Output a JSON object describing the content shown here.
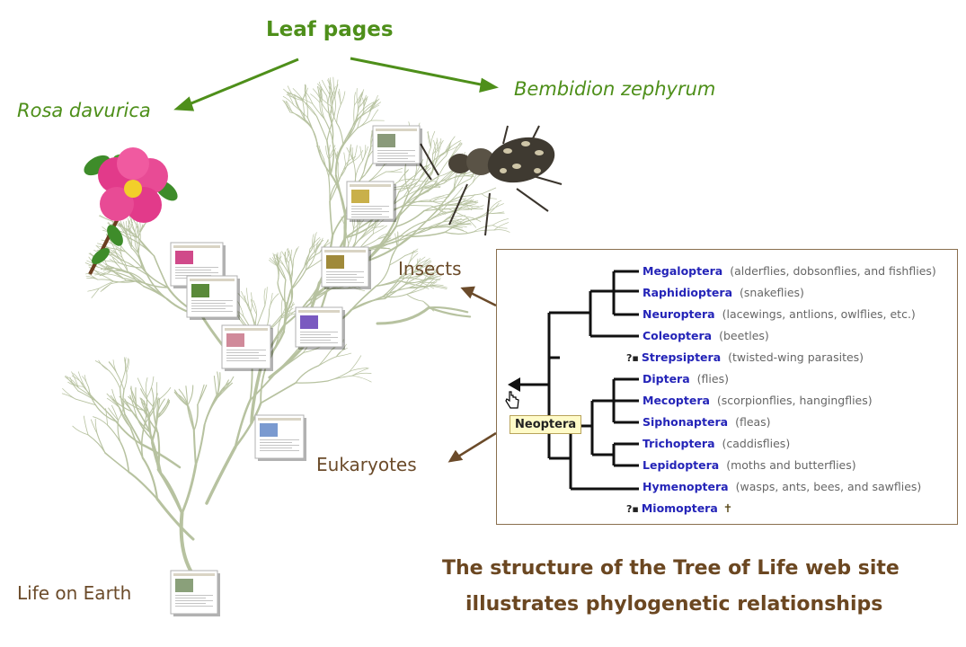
{
  "labels": {
    "leaf_pages": "Leaf pages",
    "rosa": "Rosa davurica",
    "bembidion": "Bembidion zephyrum",
    "insects": "Insects",
    "eukaryotes": "Eukaryotes",
    "life": "Life on Earth",
    "caption_line1": "The structure of the Tree of Life web site",
    "caption_line2": "illustrates phylogenetic relationships"
  },
  "panel": {
    "tooltip": "Neoptera",
    "taxa": [
      {
        "name": "Megaloptera",
        "common": "(alderflies, dobsonflies, and fishflies)",
        "flag": "",
        "extinct": ""
      },
      {
        "name": "Raphidioptera",
        "common": "(snakeflies)",
        "flag": "",
        "extinct": ""
      },
      {
        "name": "Neuroptera",
        "common": "(lacewings, antlions, owlflies, etc.)",
        "flag": "",
        "extinct": ""
      },
      {
        "name": "Coleoptera",
        "common": "(beetles)",
        "flag": "",
        "extinct": ""
      },
      {
        "name": "Strepsiptera",
        "common": "(twisted-wing parasites)",
        "flag": "?▪",
        "extinct": ""
      },
      {
        "name": "Diptera",
        "common": "(flies)",
        "flag": "",
        "extinct": ""
      },
      {
        "name": "Mecoptera",
        "common": "(scorpionflies, hangingflies)",
        "flag": "",
        "extinct": ""
      },
      {
        "name": "Siphonaptera",
        "common": "(fleas)",
        "flag": "",
        "extinct": ""
      },
      {
        "name": "Trichoptera",
        "common": "(caddisflies)",
        "flag": "",
        "extinct": ""
      },
      {
        "name": "Lepidoptera",
        "common": "(moths and butterflies)",
        "flag": "",
        "extinct": ""
      },
      {
        "name": "Hymenoptera",
        "common": "(wasps, ants, bees, and sawflies)",
        "flag": "",
        "extinct": ""
      },
      {
        "name": "Miomoptera",
        "common": "",
        "flag": "?▪",
        "extinct": "✝"
      }
    ]
  },
  "colors": {
    "leaf_green": "#4e8f1a",
    "arrow_brown": "#6b4b2a",
    "caption_brown": "#6b4721",
    "tree_green": "#b7c2a0",
    "taxon_blue": "#2424b8"
  }
}
